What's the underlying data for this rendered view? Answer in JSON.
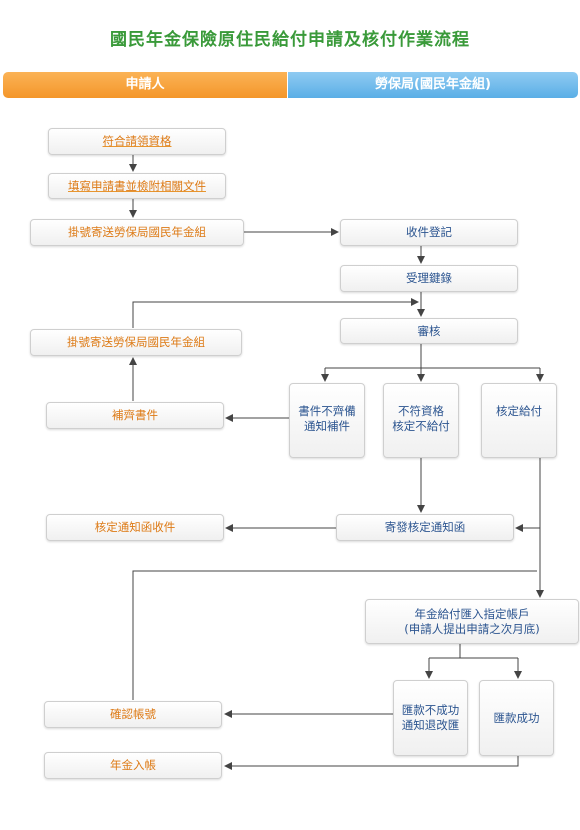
{
  "title": "國民年金保險原住民給付申請及核付作業流程",
  "lanes": {
    "applicant": "申請人",
    "bureau": "勞保局(國民年金組)"
  },
  "nodes": {
    "eligible": "符合請領資格",
    "fill_form": "填寫申請書並檢附相關文件",
    "mail_1": "掛號寄送勞保局國民年金組",
    "receive_register": "收件登記",
    "accept_key": "受理鍵錄",
    "review": "審核",
    "mail_2": "掛號寄送勞保局國民年金組",
    "supplement": "補齊書件",
    "incomplete_l1": "書件不齊備",
    "incomplete_l2": "通知補件",
    "ineligible_l1": "不符資格",
    "ineligible_l2": "核定不給付",
    "approved": "核定給付",
    "notice_receive": "核定通知函收件",
    "send_notice": "寄發核定通知函",
    "remit_l1": "年金給付匯入指定帳戶",
    "remit_l2": "(申請人提出申請之次月底)",
    "confirm_account": "確認帳號",
    "remit_fail_l1": "匯款不成功",
    "remit_fail_l2": "通知退改匯",
    "remit_success": "匯款成功",
    "pension_credited": "年金入帳"
  }
}
